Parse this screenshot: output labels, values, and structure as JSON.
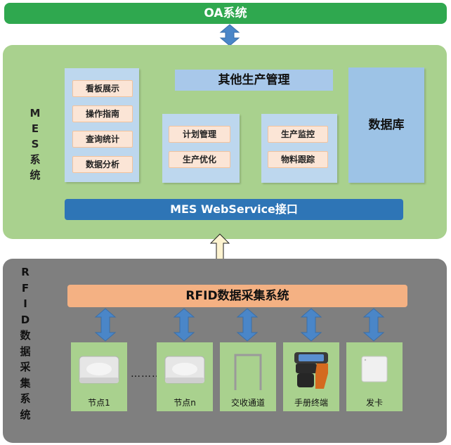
{
  "oa": {
    "title": "OA系统"
  },
  "mes": {
    "label_chars": [
      "M",
      "E",
      "S",
      "系",
      "统"
    ],
    "left_modules": [
      "看板展示",
      "操作指南",
      "查询统计",
      "数据分析"
    ],
    "other_mgmt_title": "其他生产管理",
    "center_modules": [
      "计划管理",
      "生产优化"
    ],
    "right_modules": [
      "生产监控",
      "物料跟踪"
    ],
    "database": "数据库",
    "webservice": "MES WebService接口"
  },
  "rfid": {
    "label_chars": [
      "R",
      "F",
      "I",
      "D",
      "数",
      "据",
      "采",
      "集",
      "系",
      "统"
    ],
    "collect_title": "RFID数据采集系统",
    "ellipsis": "………",
    "devices": [
      "节点1",
      "节点n",
      "交收通道",
      "手册终端",
      "发卡"
    ]
  },
  "colors": {
    "oa_green": "#2fa84f",
    "mes_panel": "#a9d18e",
    "module_fill": "#fbe5d6",
    "sub_panel_blue": "#bdd7ee",
    "database_blue": "#9dc3e6",
    "webservice_blue": "#2e75b6",
    "rfid_panel": "#7f7f7f",
    "collect_orange": "#f4b183",
    "arrow_blue": "#4a86c8",
    "arrow_cream": "#fdf3d0"
  }
}
